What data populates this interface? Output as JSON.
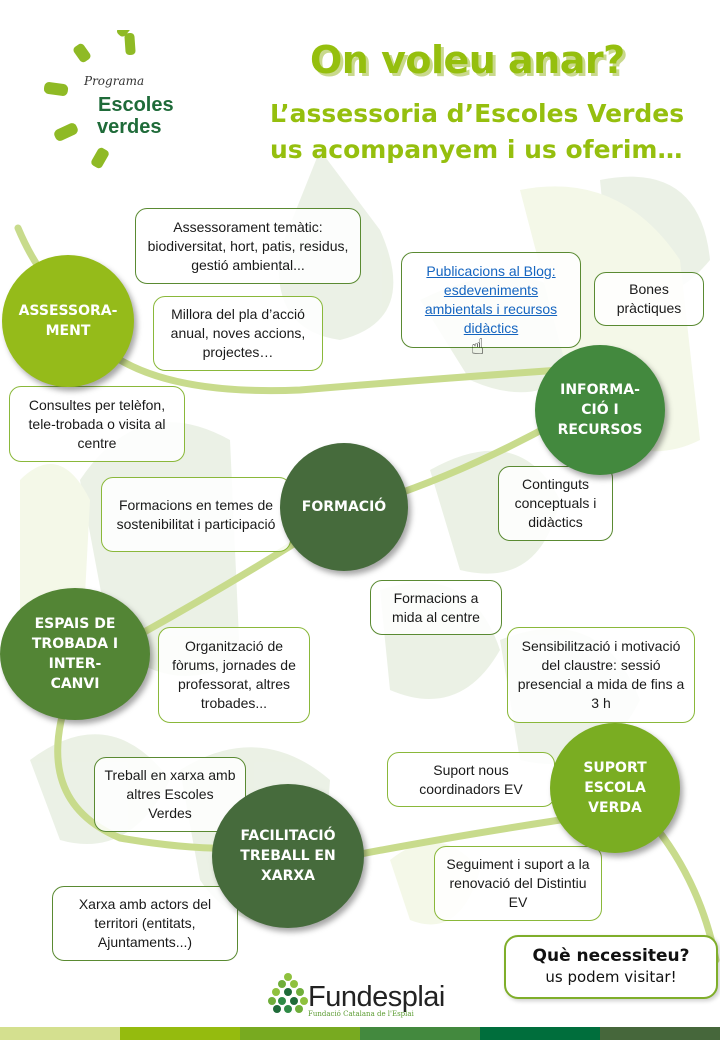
{
  "header": {
    "logo": {
      "program_label": "Programa",
      "name_line1": "Escoles",
      "name_line2": "verdes"
    },
    "title": "On voleu anar?",
    "subtitle": "L’assessoria d’Escoles Verdes\nus acompanyem i us oferim…"
  },
  "nodes": [
    {
      "id": "assessorament",
      "label": "ASSESSORA-\nMENT",
      "color": "#95bb1a"
    },
    {
      "id": "informacio",
      "label": "INFORMA-\nCIÓ I\nRECURSOS",
      "color": "#43893e"
    },
    {
      "id": "formacio",
      "label": "FORMACIÓ",
      "color": "#466b3c"
    },
    {
      "id": "espais",
      "label": "ESPAIS DE\nTROBADA I\nINTER-\nCANVI",
      "color": "#538535"
    },
    {
      "id": "suport",
      "label": "SUPORT\nESCOLA\nVERDA",
      "color": "#7aad22"
    },
    {
      "id": "facilitacio",
      "label": "FACILITACIÓ\nTREBALL EN\nXARXA",
      "color": "#466b3c"
    }
  ],
  "boxes": {
    "assessorament_tematic": "Assessorament temàtic: biodiversitat, hort, patis, residus, gestió ambiental...",
    "millora_pla": "Millora del pla d’acció anual, noves accions, projectes…",
    "consultes": "Consultes per telèfon, tele-trobada o visita al centre",
    "blog_link": "Publicacions al Blog: esdeveniments ambientals i recursos didàctics",
    "bones_practiques": "Bones pràctiques",
    "continguts": "Continguts conceptuals i didàctics",
    "formacions_temes": "Formacions en temes de sostenibilitat i participació",
    "formacions_mida": "Formacions a mida al centre",
    "organitzacio": "Organització de fòrums, jornades de professorat, altres trobades...",
    "sensibilitzacio": "Sensibilització i motivació del claustre: sessió presencial a mida de fins a 3 h",
    "treball_xarxa": "Treball en xarxa amb altres Escoles Verdes",
    "suport_coordinadors": "Suport nous coordinadors EV",
    "xarxa_actors": "Xarxa amb actors del territori (entitats, Ajuntaments...)",
    "seguiment": "Seguiment i suport a la renovació del Distintiu EV"
  },
  "cta": {
    "question": "Què necessiteu?",
    "subtext": "us podem visitar!"
  },
  "footer": {
    "org_name": "Fundesplai",
    "org_subtitle": "Fundació Catalana de l'Esplai",
    "stripe_colors": [
      "#d4e08f",
      "#95bb0e",
      "#78aa20",
      "#43893e",
      "#006e3c",
      "#46673b"
    ]
  },
  "colors": {
    "accent": "#95bf0e",
    "link": "#1565c0"
  },
  "icons": {
    "cursor": "hand-pointer-icon"
  }
}
